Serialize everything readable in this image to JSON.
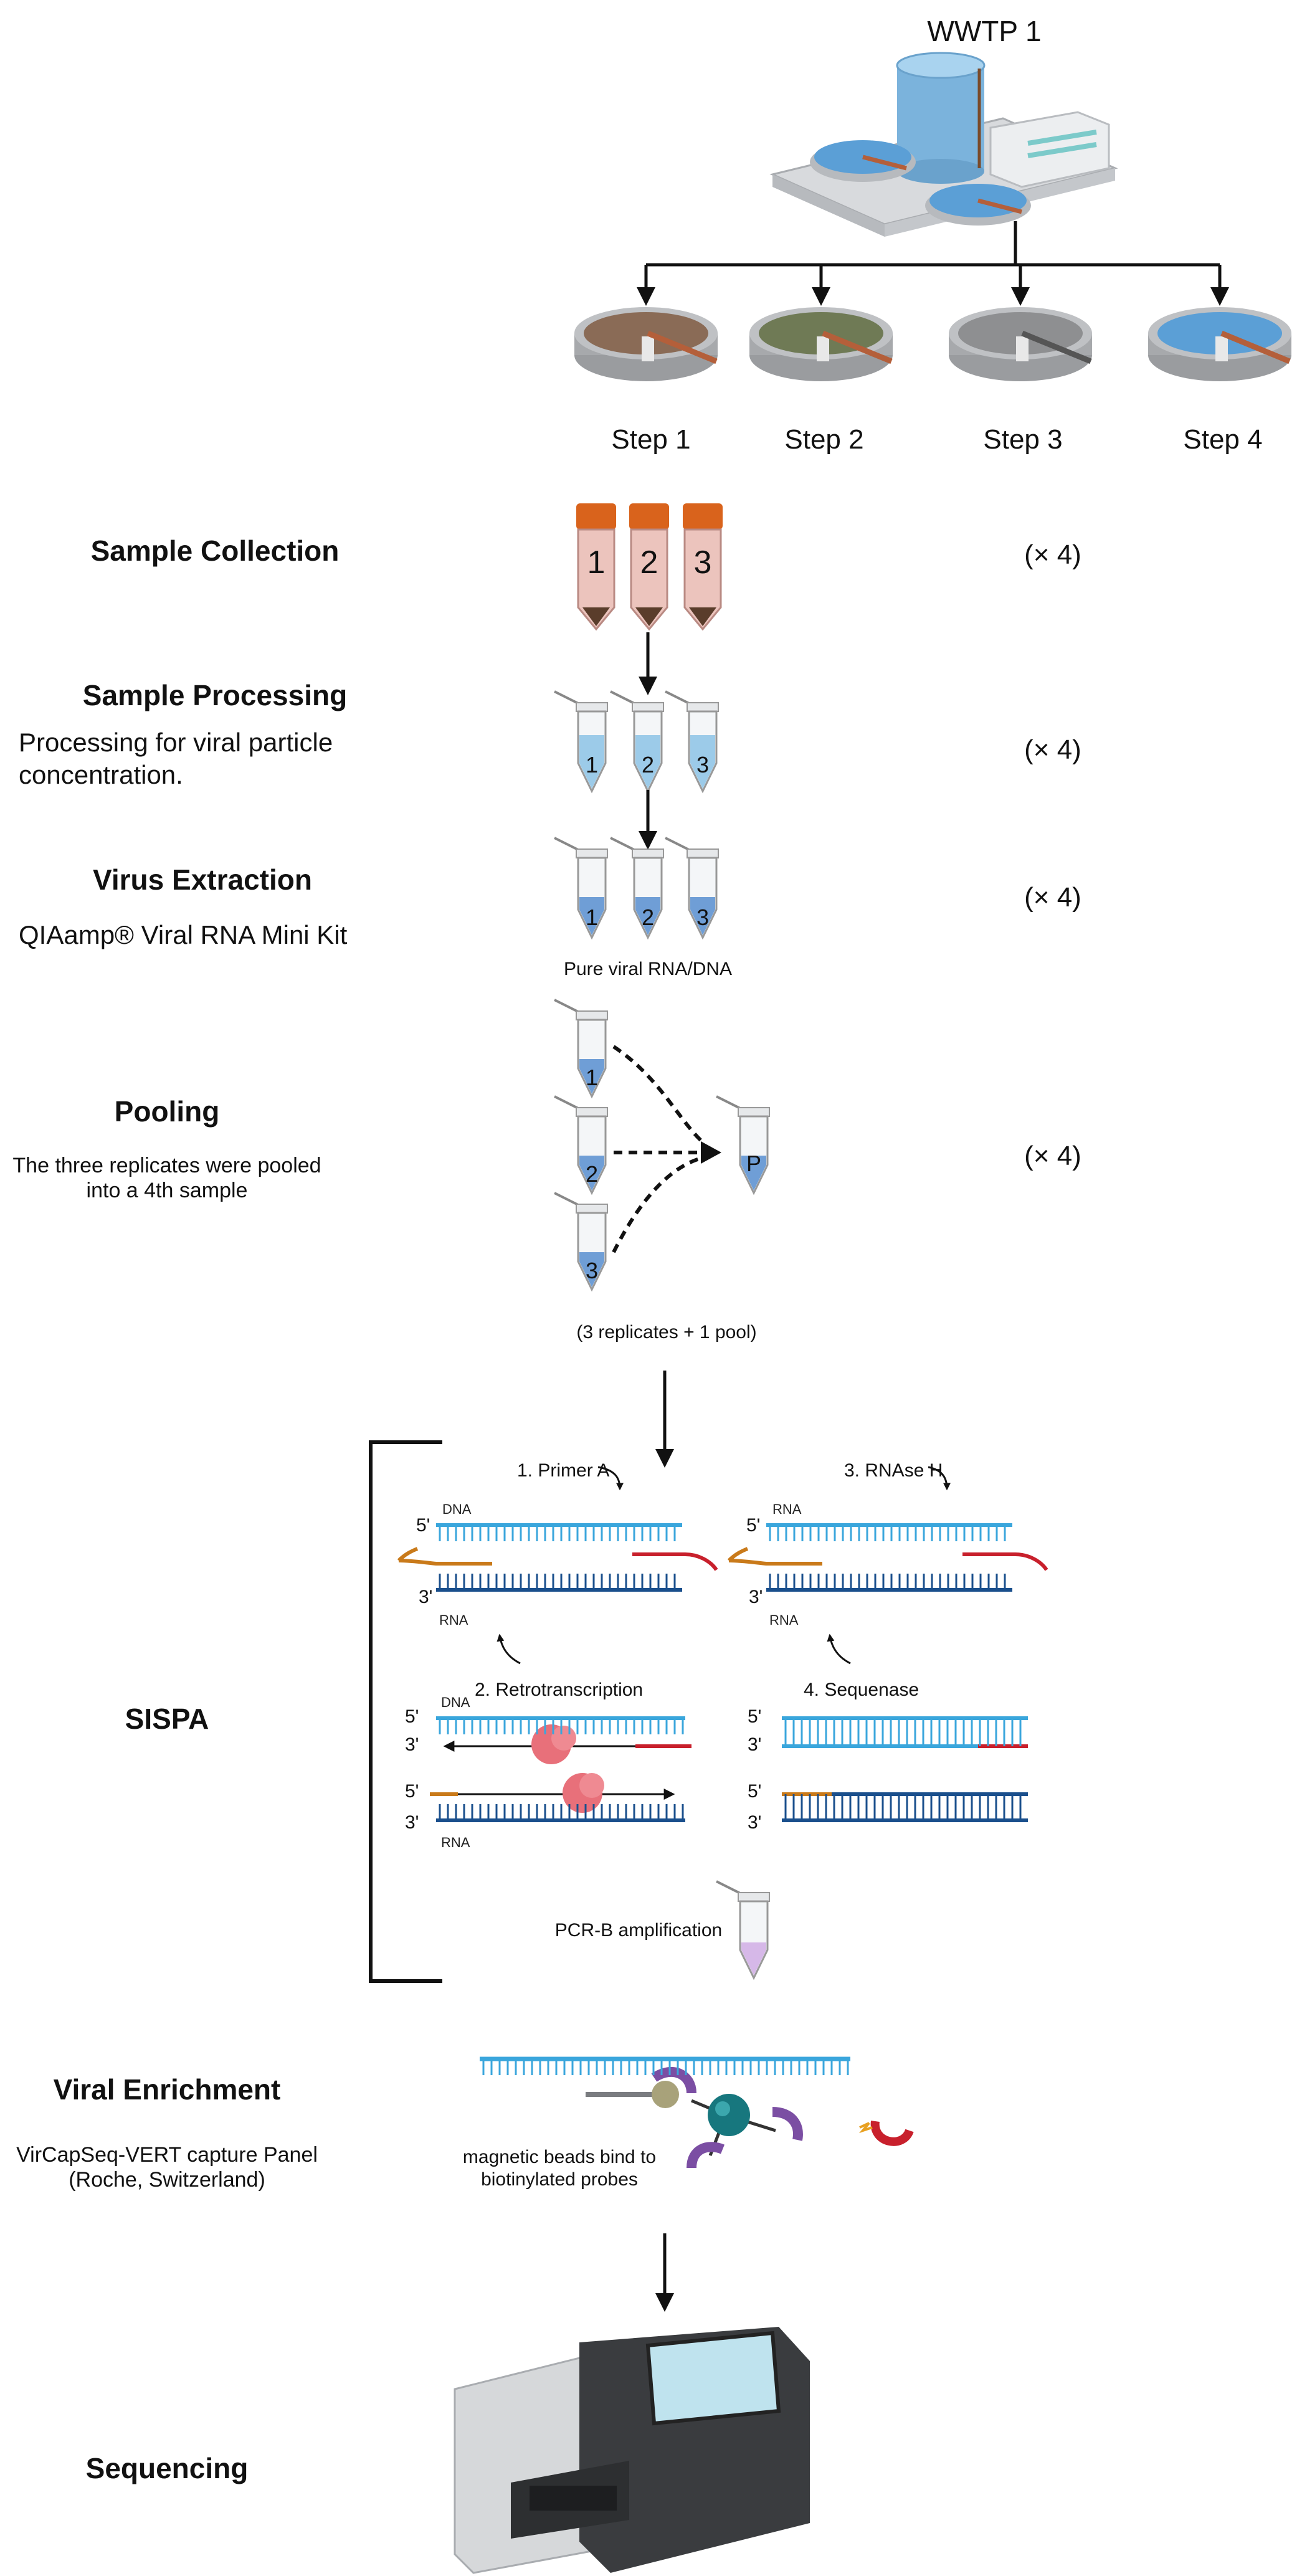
{
  "facility": {
    "name": "WWTP 1",
    "steps": [
      "Step 1",
      "Step 2",
      "Step 3",
      "Step 4"
    ]
  },
  "stages": {
    "collection": {
      "title": "Sample Collection",
      "multiplier": "(× 4)",
      "tubes": [
        "1",
        "2",
        "3"
      ]
    },
    "processing": {
      "title": "Sample Processing",
      "desc_line1": "Processing for viral particle",
      "desc_line2": "concentration.",
      "multiplier": "(× 4)",
      "tubes": [
        "1",
        "2",
        "3"
      ]
    },
    "extraction": {
      "title": "Virus Extraction",
      "desc": "QIAamp® Viral RNA Mini Kit",
      "multiplier": "(× 4)",
      "tubes": [
        "1",
        "2",
        "3"
      ],
      "product_label": "Pure viral RNA/DNA"
    },
    "pooling": {
      "title": "Pooling",
      "desc_line1": "The three replicates were pooled",
      "desc_line2": "into a 4th sample",
      "multiplier": "(× 4)",
      "tubes": [
        "1",
        "2",
        "3"
      ],
      "pool_label": "P",
      "note": "(3 replicates + 1 pool)"
    },
    "sispa": {
      "title": "SISPA",
      "step1": "1.  Primer A",
      "step2": "2. Retrotranscription",
      "step3": "3. RNAse H",
      "step4": "4. Sequenase",
      "end5": "5'",
      "end3": "3'",
      "dna": "DNA",
      "rna": "RNA",
      "pcr": "PCR-B amplification"
    },
    "enrichment": {
      "title": "Viral Enrichment",
      "desc_line1": "VirCapSeq-VERT capture Panel",
      "desc_line2": "(Roche, Switzerland)",
      "bead_line1": "magnetic beads bind to",
      "bead_line2": "biotinylated probes"
    },
    "sequencing": {
      "title": "Sequencing"
    }
  },
  "colors": {
    "dna_light": "#3aa6dc",
    "dna_dark": "#1a4f8c",
    "primer_red": "#c8202c",
    "primer_orange": "#c97a1a",
    "cap_orange": "#d9631c",
    "water_blue": "#5b9fd6",
    "enzyme_pink": "#e8707a",
    "probe_purple": "#7b4ea3",
    "bead_teal": "#17777e"
  }
}
